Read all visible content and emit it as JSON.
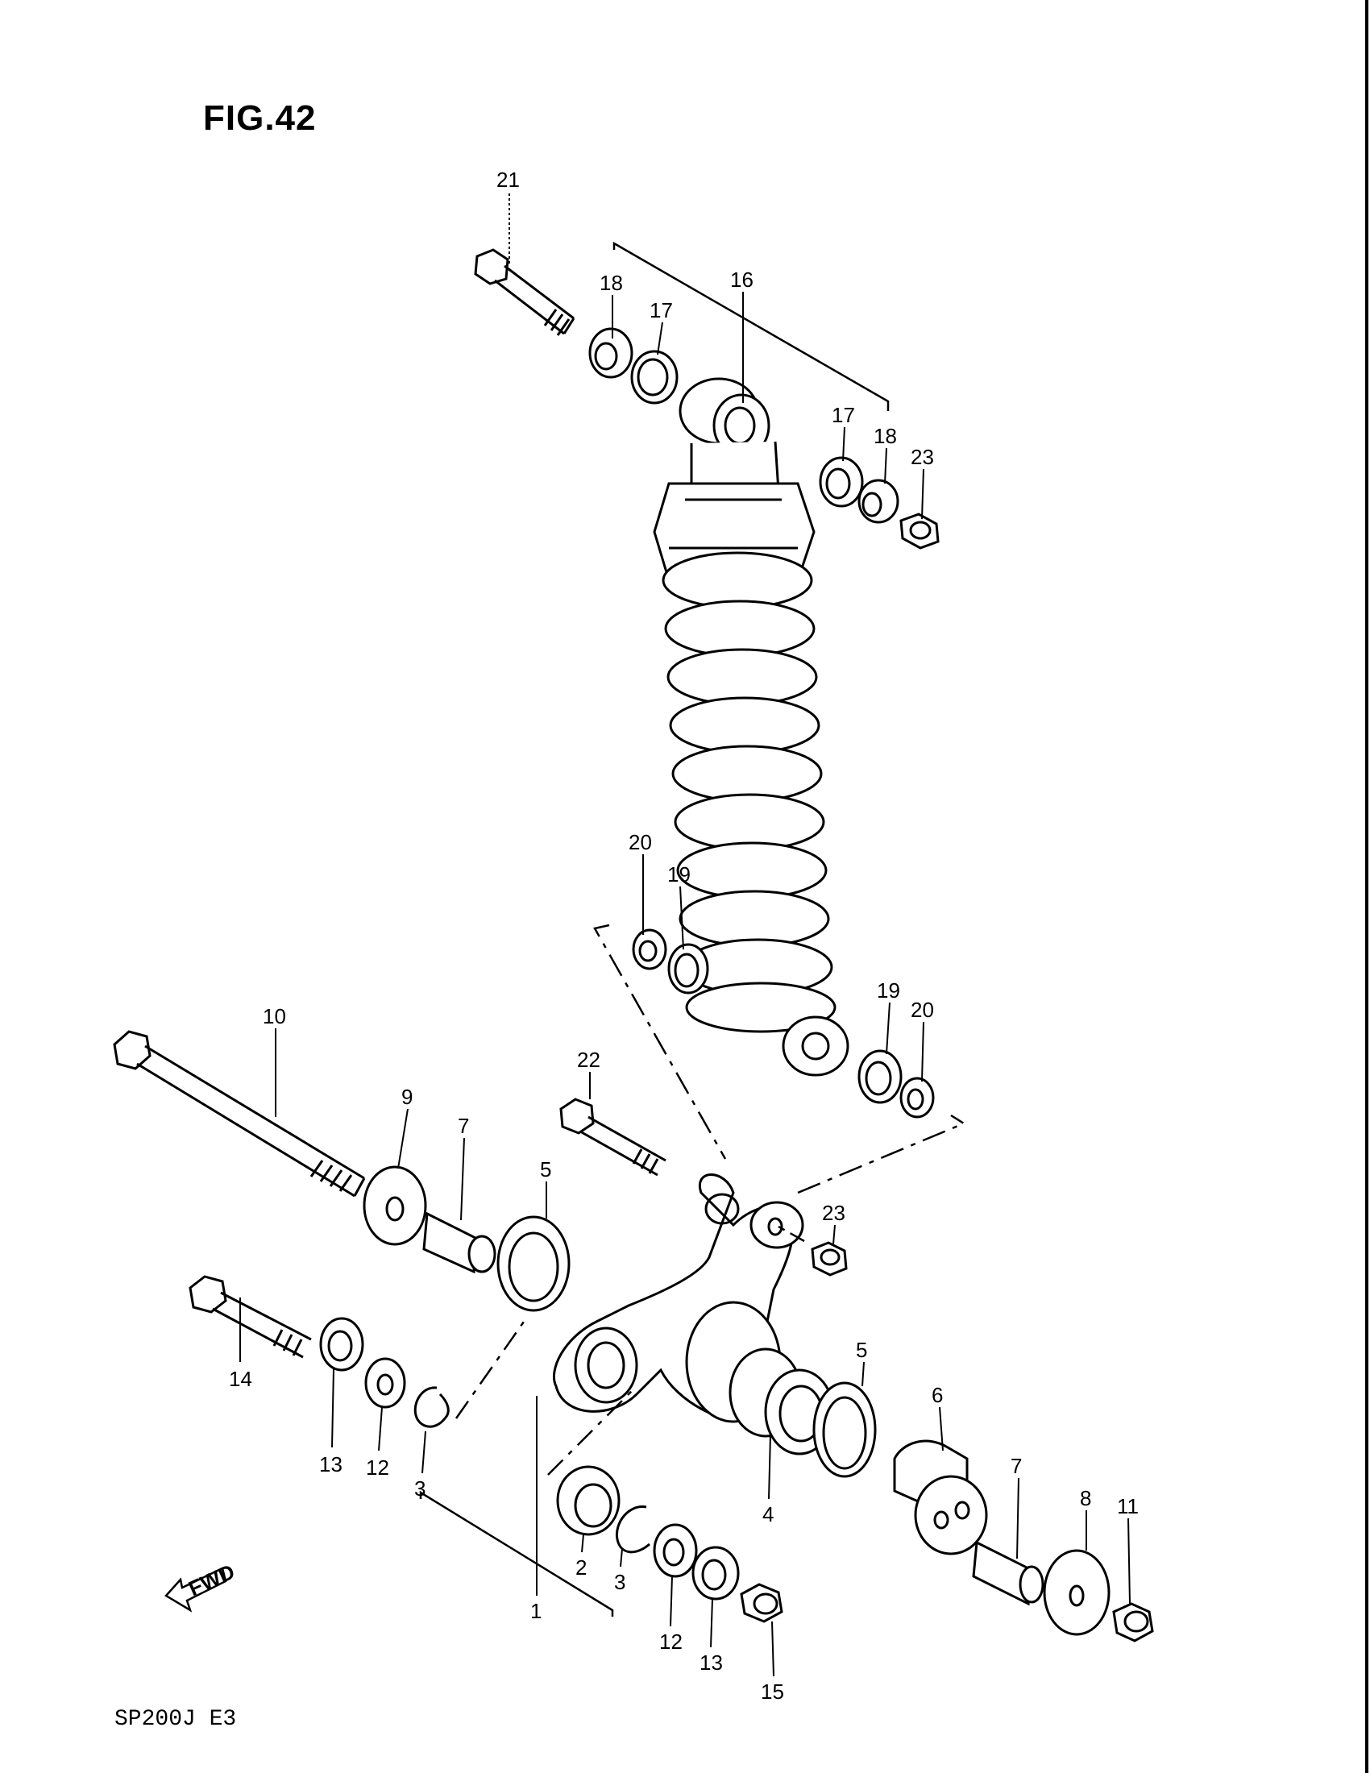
{
  "figure": {
    "title": "FIG.42",
    "model_code": "SP200J E3"
  },
  "fwd_label": "FWD",
  "callouts": [
    {
      "id": "c21",
      "num": "21"
    },
    {
      "id": "c18a",
      "num": "18"
    },
    {
      "id": "c17a",
      "num": "17"
    },
    {
      "id": "c16",
      "num": "16"
    },
    {
      "id": "c17b",
      "num": "17"
    },
    {
      "id": "c18b",
      "num": "18"
    },
    {
      "id": "c23a",
      "num": "23"
    },
    {
      "id": "c20a",
      "num": "20"
    },
    {
      "id": "c19a",
      "num": "19"
    },
    {
      "id": "c19b",
      "num": "19"
    },
    {
      "id": "c20b",
      "num": "20"
    },
    {
      "id": "c10",
      "num": "10"
    },
    {
      "id": "c9",
      "num": "9"
    },
    {
      "id": "c7a",
      "num": "7"
    },
    {
      "id": "c5a",
      "num": "5"
    },
    {
      "id": "c22",
      "num": "22"
    },
    {
      "id": "c23b",
      "num": "23"
    },
    {
      "id": "c14",
      "num": "14"
    },
    {
      "id": "c13a",
      "num": "13"
    },
    {
      "id": "c12a",
      "num": "12"
    },
    {
      "id": "c3a",
      "num": "3"
    },
    {
      "id": "c1",
      "num": "1"
    },
    {
      "id": "c2",
      "num": "2"
    },
    {
      "id": "c3b",
      "num": "3"
    },
    {
      "id": "c12b",
      "num": "12"
    },
    {
      "id": "c13b",
      "num": "13"
    },
    {
      "id": "c15",
      "num": "15"
    },
    {
      "id": "c4",
      "num": "4"
    },
    {
      "id": "c5b",
      "num": "5"
    },
    {
      "id": "c6",
      "num": "6"
    },
    {
      "id": "c7b",
      "num": "7"
    },
    {
      "id": "c8",
      "num": "8"
    },
    {
      "id": "c11",
      "num": "11"
    }
  ]
}
